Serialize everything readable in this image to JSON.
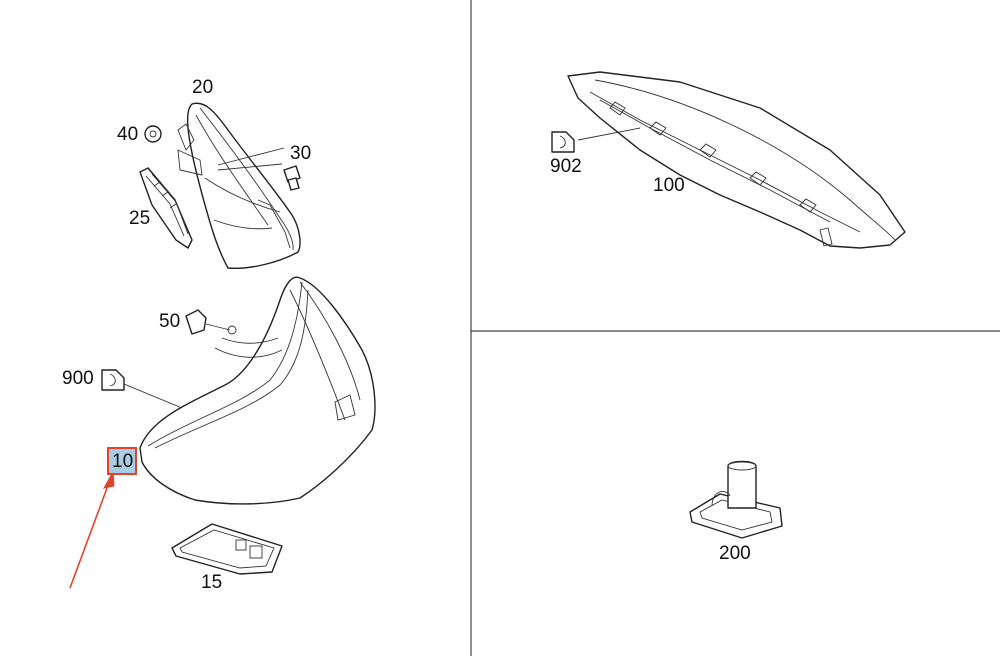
{
  "callouts": {
    "c10": "10",
    "c15": "15",
    "c20": "20",
    "c25": "25",
    "c30": "30",
    "c40": "40",
    "c50": "50",
    "c100": "100",
    "c200": "200",
    "c900": "900",
    "c902": "902"
  },
  "selected_callout": "10",
  "colors": {
    "highlight_fill": "#a9cbe6",
    "highlight_border": "#e0442b",
    "arrow": "#e0442b"
  }
}
